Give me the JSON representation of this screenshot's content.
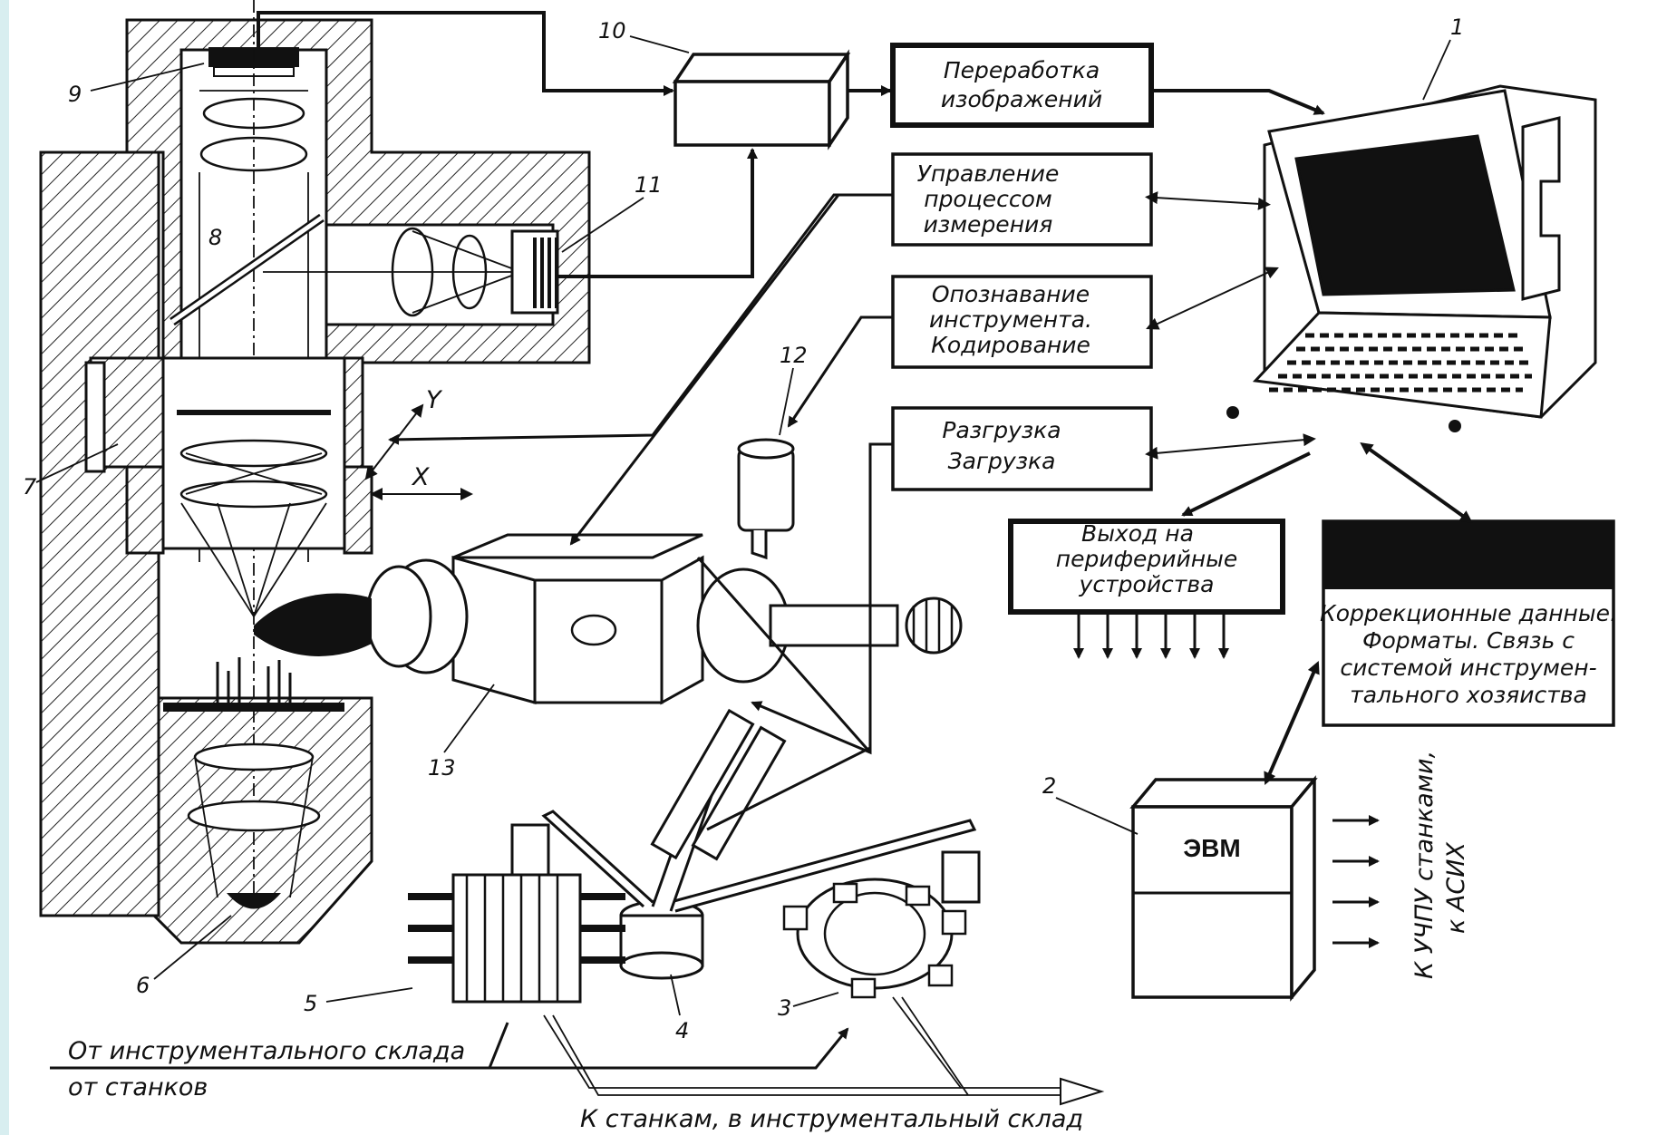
{
  "blocks": {
    "image_processing": [
      "Переработка",
      "изображений"
    ],
    "process_control": [
      "Управление",
      "процессом",
      "измерения"
    ],
    "tool_recognition": [
      "Опознавание",
      "инструмента.",
      "Кодирование"
    ],
    "unload_load": [
      "Разгрузка",
      "Загрузка"
    ],
    "peripheral_output": [
      "Выход на",
      "периферийные",
      "устройства"
    ],
    "correction_data": [
      "Коррекционные данные.",
      "Форматы. Связь с",
      "системой инструмен-",
      "тального хозяиства"
    ],
    "computer": "ЭВМ"
  },
  "machine_link_label": [
    "К УЧПУ станками,",
    "к АСИХ"
  ],
  "bottom_labels": {
    "from_store": "От инструментального склада",
    "from_machines": "от станков",
    "to_machines": "К станкам, в инструментальный склад"
  },
  "axes": {
    "x": "X",
    "y": "Y"
  },
  "callouts": [
    "1",
    "2",
    "3",
    "4",
    "5",
    "6",
    "7",
    "8",
    "9",
    "10",
    "11",
    "12",
    "13"
  ]
}
